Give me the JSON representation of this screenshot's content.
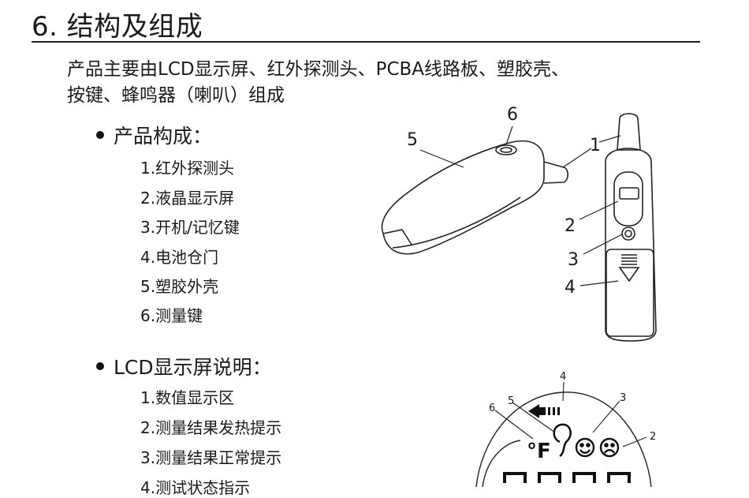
{
  "section": {
    "title": "6. 结构及组成"
  },
  "intro": {
    "line1": "产品主要由LCD显示屏、红外探测头、PCBA线路板、塑胶壳、",
    "line2": "按键、蜂鸣器（喇叭）组成"
  },
  "composition": {
    "heading": "产品构成：",
    "items": [
      "1.红外探测头",
      "2.液晶显示屏",
      "3.开机/记忆键",
      "4.电池仓门",
      "5.塑胶外壳",
      "6.测量键"
    ]
  },
  "lcd": {
    "heading": "LCD显示屏说明：",
    "items": [
      "1.数值显示区",
      "2.测量结果发热提示",
      "3.测量结果正常提示",
      "4.测试状态指示"
    ]
  },
  "figure_device": {
    "callouts": [
      "1",
      "2",
      "3",
      "4",
      "5",
      "6"
    ]
  },
  "figure_lcd": {
    "callouts": [
      "2",
      "3",
      "4",
      "5",
      "6"
    ],
    "unit_symbol": "°F"
  },
  "colors": {
    "text": "#1a1a1a",
    "rule": "#222222"
  }
}
